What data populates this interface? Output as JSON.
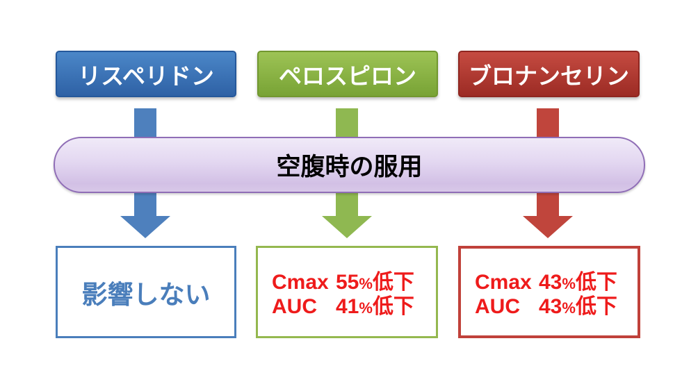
{
  "diagram": {
    "banner": {
      "label": "空腹時の服用",
      "fill_top": "#ece4f6",
      "fill_bottom": "#d2c0e5",
      "border": "#8f6db6"
    },
    "columns": [
      {
        "drug": "リスペリドン",
        "header_color": "#3672b4",
        "arrow_color": "#4e80bd",
        "result": {
          "type": "text",
          "text": "影響しない",
          "text_color": "#4a7ebb",
          "border_color": "#4a7ebb"
        }
      },
      {
        "drug": "ペロスピロン",
        "header_color": "#8cb646",
        "arrow_color": "#8fb851",
        "result": {
          "type": "lines",
          "border_color": "#94b84f",
          "text_color": "#ee1b1b",
          "lines": [
            {
              "metric": "Cmax",
              "value": "55",
              "unit": "%",
              "change": "低下"
            },
            {
              "metric": "AUC",
              "value": "41",
              "unit": "%",
              "change": "低下"
            }
          ]
        }
      },
      {
        "drug": "ブロナンセリン",
        "header_color": "#b03a30",
        "arrow_color": "#c0453c",
        "result": {
          "type": "lines",
          "border_color": "#c0413a",
          "text_color": "#ee1b1b",
          "lines": [
            {
              "metric": "Cmax",
              "value": "43",
              "unit": "%",
              "change": "低下"
            },
            {
              "metric": "AUC",
              "value": "43",
              "unit": "%",
              "change": "低下"
            }
          ]
        }
      }
    ]
  }
}
